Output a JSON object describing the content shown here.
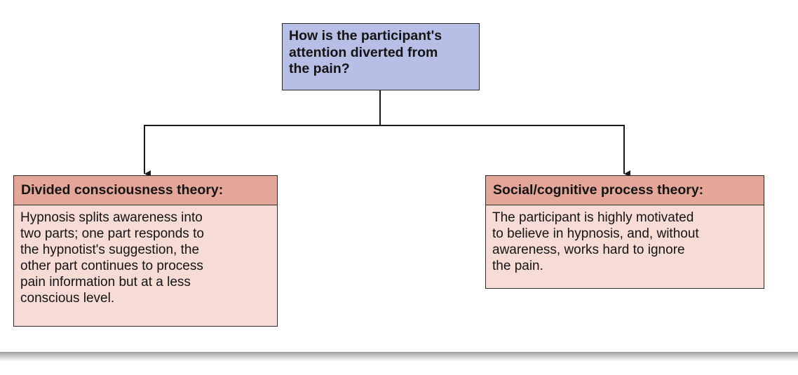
{
  "question": {
    "lines": [
      "How is the participant's",
      "attention diverted from",
      "the pain?"
    ]
  },
  "theories": [
    {
      "title": "Divided consciousness theory:",
      "lines": [
        "Hypnosis splits awareness into",
        "two parts; one part responds to",
        "the hypnotist's suggestion, the",
        "other part continues to process",
        "pain information but at a less",
        "conscious level."
      ]
    },
    {
      "title": "Social/cognitive process theory:",
      "lines": [
        "The participant is highly motivated",
        "to believe in hypnosis, and, without",
        "awareness, works hard to ignore",
        "the pain."
      ]
    }
  ],
  "colors": {
    "question_fill": "#b7bfe6",
    "theory_header_fill": "#e3a698",
    "theory_body_fill": "#f6dcd4",
    "line": "#1a1a1a"
  }
}
